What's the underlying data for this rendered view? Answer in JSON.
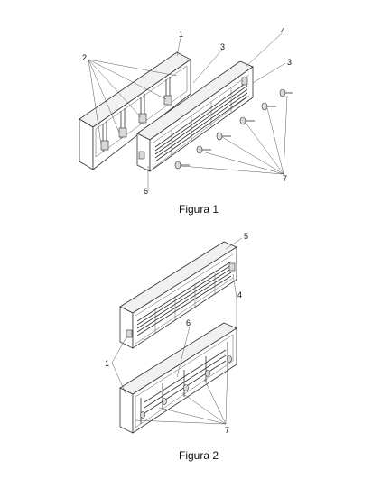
{
  "figure1": {
    "caption": "Figura 1",
    "labels": [
      "1",
      "2",
      "3",
      "4",
      "3",
      "6",
      "7"
    ]
  },
  "figure2": {
    "caption": "Figura 2",
    "labels": [
      "5",
      "4",
      "6",
      "1",
      "7"
    ]
  },
  "colors": {
    "ink": "#333333",
    "background": "#ffffff"
  }
}
